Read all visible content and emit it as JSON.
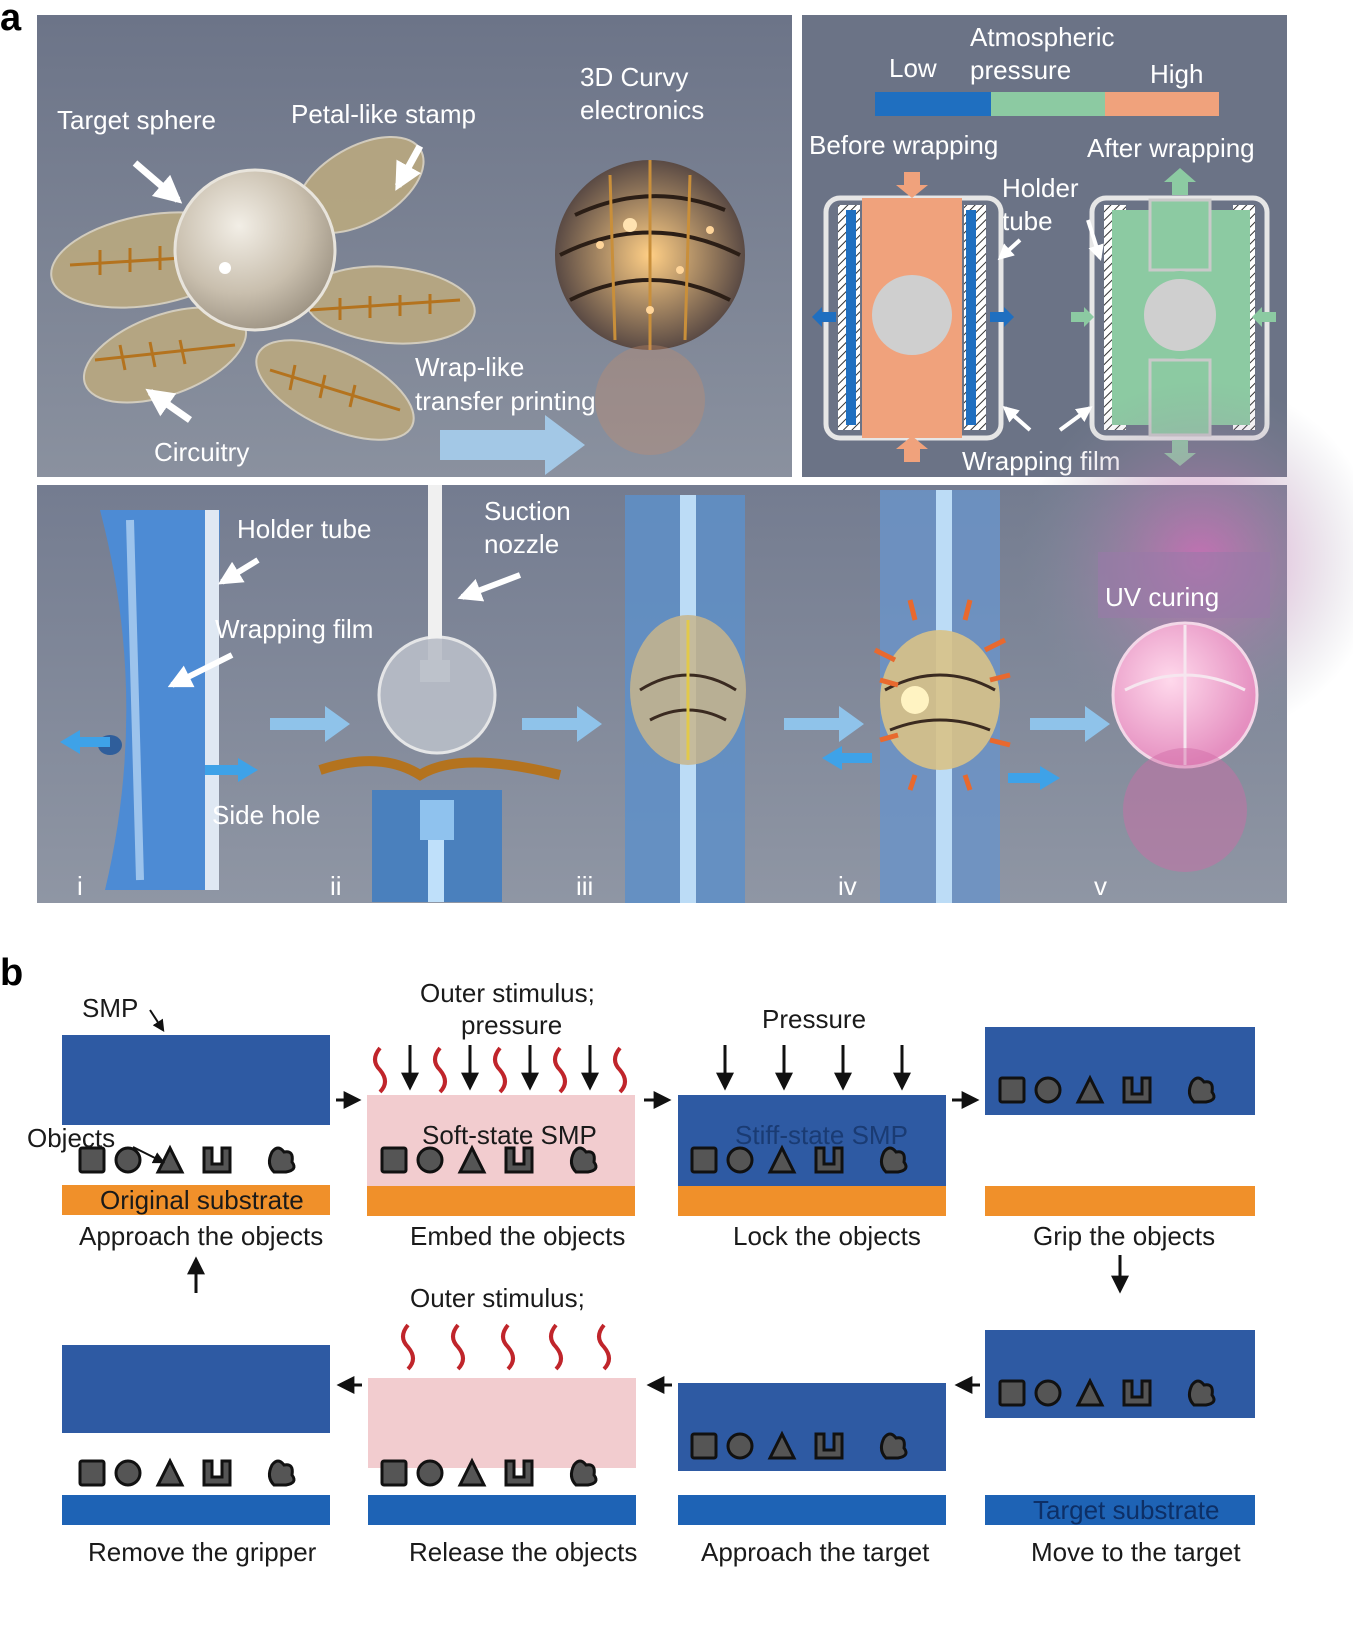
{
  "panel_a": {
    "letter": "a",
    "top_left": {
      "target_sphere": "Target sphere",
      "petal_stamp": "Petal-like stamp",
      "circuitry": "Circuitry",
      "curvy_line1": "3D Curvy",
      "curvy_line2": "electronics",
      "wrap_line1": "Wrap-like",
      "wrap_line2": "transfer printing"
    },
    "top_right": {
      "atm_line1": "Atmospheric",
      "atm_line2": "pressure",
      "low": "Low",
      "high": "High",
      "before": "Before wrapping",
      "after": "After wrapping",
      "holder_line1": "Holder",
      "holder_line2": "tube",
      "wrapping_film": "Wrapping film",
      "colors": {
        "low": "#1f6fc0",
        "mid": "#8ccaa2",
        "high": "#f0a27c"
      }
    },
    "bottom": {
      "holder_tube": "Holder tube",
      "wrapping_film": "Wrapping film",
      "side_hole": "Side hole",
      "suction_line1": "Suction",
      "suction_line2": "nozzle",
      "uv_curing": "UV curing",
      "steps": [
        "i",
        "ii",
        "iii",
        "iv",
        "v"
      ]
    }
  },
  "panel_b": {
    "letter": "b",
    "smp": "SMP",
    "objects": "Objects",
    "original_substrate": "Original substrate",
    "target_substrate": "Target substrate",
    "soft_state": "Soft-state SMP",
    "stiff_state": "Stiff-state SMP",
    "outer_stimulus_pressure_line1": "Outer stimulus;",
    "outer_stimulus_pressure_line2": "pressure",
    "pressure": "Pressure",
    "outer_stimulus": "Outer stimulus;",
    "captions_top": [
      "Approach the objects",
      "Embed the objects",
      "Lock the objects",
      "Grip the objects"
    ],
    "captions_bottom": [
      "Remove the gripper",
      "Release the objects",
      "Approach the target",
      "Move to the target"
    ],
    "colors": {
      "smp": "#2e5aa3",
      "soft": "#f2cccf",
      "orange": "#f0902a",
      "target": "#1e63b5",
      "stimulus": "#c0252b"
    }
  }
}
